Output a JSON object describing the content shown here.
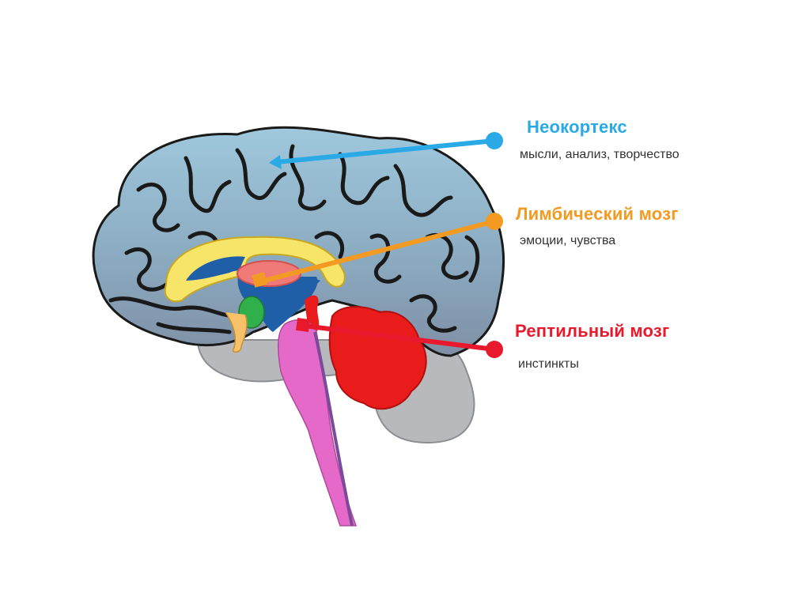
{
  "diagram": {
    "type": "brain-sagittal-triune",
    "colors": {
      "neocortex": "#29a9e6",
      "limbic": "#f39a22",
      "reptilian": "#e8192c",
      "cortex_fill": "#8fb0c4",
      "cortex_outline": "#1a1a1a",
      "corpus_callosum": "#f7e56a",
      "ventricle": "#1f5fa8",
      "thalamus": "#f07a78",
      "hypothalamus": "#2fb04a",
      "brainstem": "#e569c8",
      "cerebellum": "#ea1b1b",
      "cerebellum_bg": "#b7b9bd"
    },
    "labels": [
      {
        "id": "neocortex",
        "title": "Неокортекс",
        "subtitle": "мысли, анализ, творчество",
        "color": "#29a9e6"
      },
      {
        "id": "limbic",
        "title": "Лимбический мозг",
        "subtitle": "эмоции, чувства",
        "color": "#f39a22"
      },
      {
        "id": "reptilian",
        "title": "Рептильный мозг",
        "subtitle": "инстинкты",
        "color": "#e8192c"
      }
    ]
  }
}
